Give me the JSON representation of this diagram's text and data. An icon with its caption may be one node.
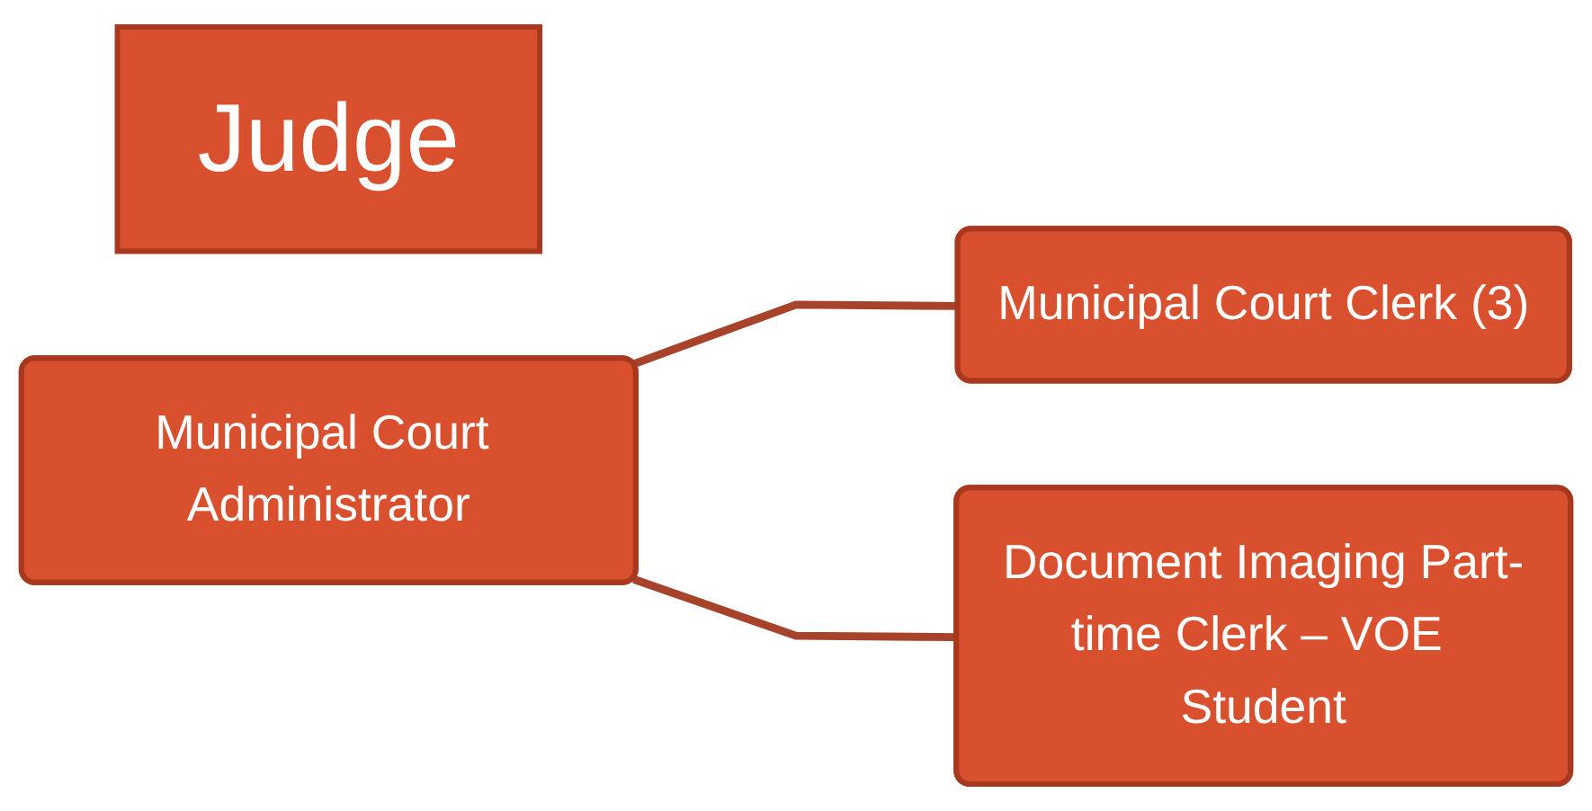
{
  "diagram": {
    "nodes": [
      {
        "text": [
          "Judge"
        ]
      },
      {
        "text": [
          "Municipal Court Administrator"
        ]
      },
      {
        "text": [
          "Municipal Court Clerk (3)"
        ]
      },
      {
        "text": [
          "Document Imaging Part-time Clerk – VOE Student"
        ]
      }
    ],
    "edges": [
      {
        "from": 1,
        "to": 2,
        "arrow": "none"
      },
      {
        "from": 1,
        "to": 3,
        "arrow": "none"
      }
    ]
  }
}
